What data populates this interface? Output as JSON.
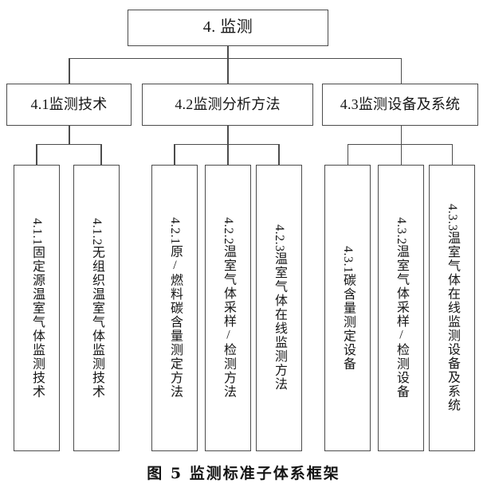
{
  "figure": {
    "caption": "图 5 监测标准子体系框架"
  },
  "tree": {
    "root": {
      "label": "4. 监测"
    },
    "groups": [
      {
        "id": "4.1",
        "label": "4.1监测技术",
        "leaves": [
          {
            "id": "4.1.1",
            "num": "4.1.1",
            "text": "固定源温室气体监测技术",
            "label": "4.1.1固定源温室气体监测技术"
          },
          {
            "id": "4.1.2",
            "num": "4.1.2",
            "text": "无组织温室气体监测技术",
            "label": "4.1.2无组织温室气体监测技术"
          }
        ]
      },
      {
        "id": "4.2",
        "label": "4.2监测分析方法",
        "leaves": [
          {
            "id": "4.2.1",
            "num": "4.2.1",
            "text": "原/燃料碳含量测定方法",
            "label": "4.2.1原/燃料碳含量测定方法"
          },
          {
            "id": "4.2.2",
            "num": "4.2.2",
            "text": "温室气体采样/检测方法",
            "label": "4.2.2温室气体采样/检测方法"
          },
          {
            "id": "4.2.3",
            "num": "4.2.3",
            "text": "温室气体在线监测方法",
            "label": "4.2.3温室气体在线监测方法"
          }
        ]
      },
      {
        "id": "4.3",
        "label": "4.3监测设备及系统",
        "leaves": [
          {
            "id": "4.3.1",
            "num": "4.3.1",
            "text": "碳含量测定设备",
            "label": "4.3.1碳含量测定设备"
          },
          {
            "id": "4.3.2",
            "num": "4.3.2",
            "text": "温室气体采样/检测设备",
            "label": "4.3.2温室气体采样/检测设备"
          },
          {
            "id": "4.3.3",
            "num": "4.3.3",
            "text": "温室气体在线监测设备及系统",
            "label": "4.3.3温室气体在线监测设备及系统"
          }
        ]
      }
    ]
  },
  "style": {
    "line_color": "#4c4c4c",
    "box_fill": "#ffffff",
    "text_color": "#161616"
  }
}
